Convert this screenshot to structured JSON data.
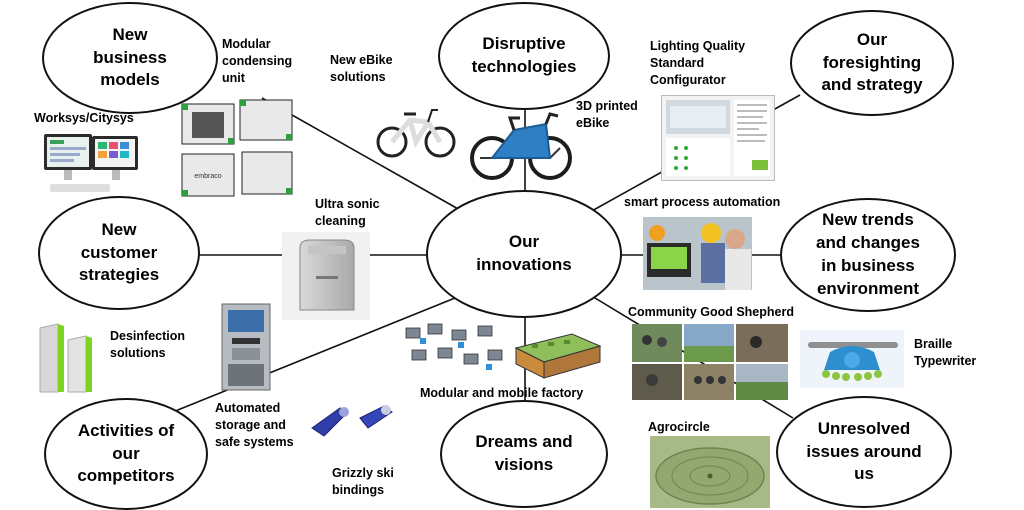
{
  "center": "Our\ninnovations",
  "categories": {
    "new_business_models": "New\nbusiness\nmodels",
    "disruptive_technologies": "Disruptive\ntechnologies",
    "foresighting": "Our\nforesighting\nand strategy",
    "new_customer_strategies": "New\ncustomer\nstrategies",
    "new_trends": "New trends\nand changes\nin business\nenvironment",
    "competitors": "Activities of\nour\ncompetitors",
    "dreams": "Dreams and\nvisions",
    "unresolved": "Unresolved\nissues around\nus"
  },
  "items": {
    "modular_condensing": "Modular\ncondensing\nunit",
    "new_ebike": "New eBike\nsolutions",
    "lighting": "Lighting Quality\nStandard\nConfigurator",
    "worksys": "Worksys/Citysys",
    "printed_ebike": "3D printed\neBike",
    "ultrasonic": "Ultra sonic\ncleaning",
    "smart_process": "smart process automation",
    "desinfection": "Desinfection\nsolutions",
    "community": "Community Good Shepherd",
    "braille": "Braille\nTypewriter",
    "modular_factory": "Modular and mobile factory",
    "automated_storage": "Automated\nstorage and\nsafe systems",
    "agrocircle": "Agrocircle",
    "grizzly": "Grizzly ski\nbindings"
  },
  "image_text": {
    "embraco": "embraco"
  }
}
